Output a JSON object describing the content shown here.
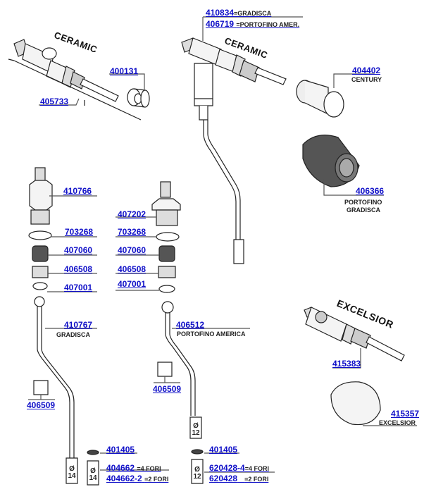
{
  "diagram": {
    "brands": {
      "ceramic_left": "CERAMIC",
      "ceramic_right": "CERAMIC",
      "excelsior": "EXCELSIOR"
    },
    "parts": {
      "p410834": {
        "number": "410834",
        "note": "=GRADISCA"
      },
      "p406719": {
        "number": "406719",
        "note": "=PORTOFINO AMER."
      },
      "p400131": {
        "number": "400131"
      },
      "p405733": {
        "number": "405733"
      },
      "p404402": {
        "number": "404402",
        "label": "CENTURY"
      },
      "p406366": {
        "number": "406366",
        "label1": "PORTOFINO",
        "label2": "GRADISCA"
      },
      "p410766": {
        "number": "410766"
      },
      "p703268a": {
        "number": "703268"
      },
      "p407060a": {
        "number": "407060"
      },
      "p406508a": {
        "number": "406508"
      },
      "p407001a": {
        "number": "407001"
      },
      "p410767": {
        "number": "410767",
        "label": "GRADISCA"
      },
      "p406509a": {
        "number": "406509"
      },
      "p407202": {
        "number": "407202"
      },
      "p703268b": {
        "number": "703268"
      },
      "p407060b": {
        "number": "407060"
      },
      "p406508b": {
        "number": "406508"
      },
      "p407001b": {
        "number": "407001"
      },
      "p406512": {
        "number": "406512",
        "label": "PORTOFINO AMERICA"
      },
      "p406509b": {
        "number": "406509"
      },
      "p401405a": {
        "number": "401405"
      },
      "p404662": {
        "number": "404662",
        "note": "=4 FORI"
      },
      "p404662_2": {
        "number": "404662-2",
        "note": "=2 FORI"
      },
      "p401405b": {
        "number": "401405"
      },
      "p620428_4": {
        "number": "620428-4",
        "note": "=4 FORI"
      },
      "p620428": {
        "number": "620428",
        "note": "=2 FORI"
      },
      "p415383": {
        "number": "415383"
      },
      "p415357": {
        "number": "415357",
        "label": "EXCELSIOR"
      }
    },
    "diameters": {
      "d14_pipe": {
        "sym": "Ø",
        "val": "14"
      },
      "d14_nozzle": {
        "sym": "Ø",
        "val": "14"
      },
      "d12_pipe": {
        "sym": "Ø",
        "val": "12"
      },
      "d12_nozzle": {
        "sym": "Ø",
        "val": "12"
      }
    }
  }
}
